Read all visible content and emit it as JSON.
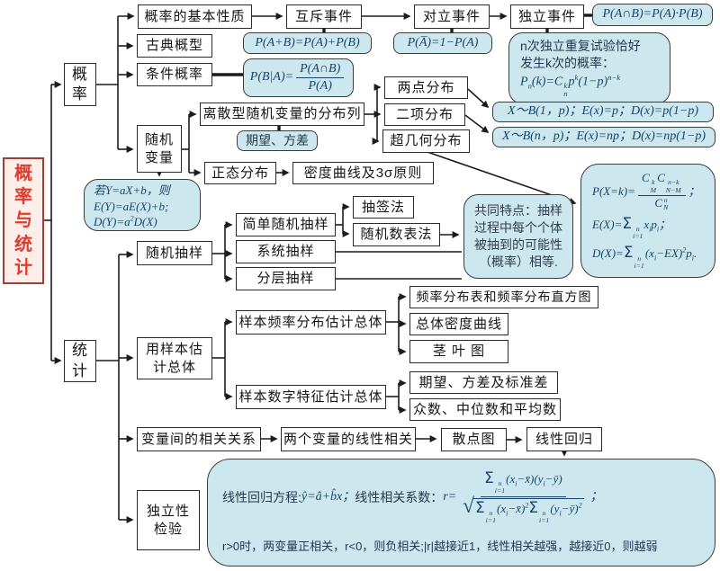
{
  "title": {
    "text": "概\n率\n与\n统\n计"
  },
  "colors": {
    "formula_box_bg": "#cde7ef",
    "formula_text": "#16436b",
    "title_bg": "#fdeeea",
    "title_border": "#9b4038",
    "title_text": "#e23b2e",
    "line": "#1c1c1c"
  },
  "probability": {
    "label": "概\n率",
    "basic_properties": "概率的基本性质",
    "mutually_exclusive": "互斥事件",
    "complementary_event": "对立事件",
    "independent_event": "独立事件",
    "classical_model": "古典概型",
    "conditional_probability": "条件概率",
    "random_variable": "随机\n变量",
    "formula_union": "P(A+B)=P(A)+P(B)",
    "formula_complement": "P(A̅)=1−P(A)",
    "formula_product": "P(A∩B)=P(A)·P(B)",
    "conditional_formula": {
      "lhs": "P(B|A)=",
      "numerator": "P(A∩B)",
      "denominator": "P(A)"
    },
    "repeated_trials": {
      "line1": "n次独立重复试验恰好",
      "line2": "发生k次的概率：",
      "formula": "P_{n}(k)=C_{n}^{k}p^{k}(1−p)^{n−k}"
    },
    "distribution_list": "离散型随机变量的分布列",
    "expectation_variance": "期望、方差",
    "two_point": "两点分布",
    "binomial": "二项分布",
    "hypergeometric": "超几何分布",
    "two_point_formula": "X～B(1，p)；E(x)=p；D(x)=p(1−p)",
    "binomial_formula": "X～B(n，p)；E(x)=np；D(x)=np(1−p)",
    "normal": "正态分布",
    "density_rule": "密度曲线及3σ原则",
    "linear_transform": {
      "line1": "若Y=aX+b，则",
      "line2": "E(Y)=aE(X)+b;",
      "line3": "D(Y)=a^{2}D(X)"
    },
    "hyper_formulas": {
      "lhs": "P(X=k)=",
      "numerator": "C_{M}^{k}C_{N−M}^{n−k}",
      "denominator": "C_{N}^{n}",
      "tail": "；",
      "expectation": "E(X)=Σ_{i=1}^{n}x_{i}p_{i}；",
      "variance": "D(X)=Σ_{i=1}^{n}(x_{i}−EX)^{2}p_{i}."
    }
  },
  "statistics": {
    "label": "统\n计",
    "random_sampling": "随机抽样",
    "simple_random_sampling": "简单随机抽样",
    "systematic_sampling": "系统抽样",
    "stratified_sampling": "分层抽样",
    "lottery_method": "抽签法",
    "random_number_table": "随机数表法",
    "common_feature": "共同特点：抽样\n过程中每个个体\n被抽到的可能性\n（概率）相等.",
    "sample_estimate": "用样本估\n计总体",
    "freq_estimate": "样本频率分布估计总体",
    "freq_table_histogram": "频率分布表和频率分布直方图",
    "population_density_curve": "总体密度曲线",
    "stem_leaf_plot": "茎 叶 图",
    "numeric_estimate": "样本数字特征估计总体",
    "expectation_variance_std": "期望、方差及标准差",
    "mode_median_mean": "众数、中位数和平均数",
    "correlation": "变量间的相关关系",
    "linear_correlation": "两个变量的线性相关",
    "scatter_plot": "散点图",
    "linear_regression": "线性回归",
    "independence_test": "独立性\n检验",
    "regression_box": {
      "lead": "线性回归方程:",
      "equation": "ŷ=â+b̂x；",
      "mid": "线性相关系数：",
      "r_eq": "r=",
      "numerator": "Σ_{i=1}^{n}(x_{i}−x̄)(y_{i}−ȳ)",
      "sqrt_symbol": "√",
      "denominator": "Σ_{i=1}^{n}(x_{i}−x̄)^{2}Σ_{i=1}^{n}(y_{i}−ȳ)^{2}",
      "tail": "；",
      "note": "r>0时，两变量正相关，r<0，则负相关;|r|越接近1，线性相关越强，越接近0，则越弱"
    }
  }
}
